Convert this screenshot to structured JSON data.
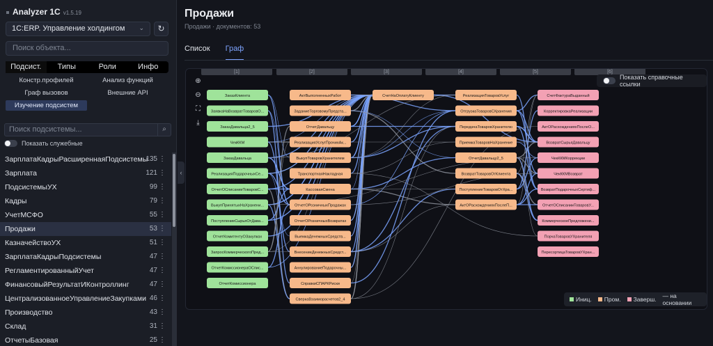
{
  "app": {
    "name": "Analyzer 1C",
    "version": "v1.5.19"
  },
  "database": {
    "selected": "1С:ERP. Управление холдингом"
  },
  "object_search": {
    "placeholder": "Поиск объекта..."
  },
  "modes": [
    "Подсист.",
    "Типы",
    "Роли",
    "Инфо"
  ],
  "tools": [
    "Констр.профилей",
    "Анализ функций",
    "Граф вызовов",
    "Внешние API",
    "Изучение подсистем"
  ],
  "subsystem_search": {
    "placeholder": "Поиск подсистемы..."
  },
  "show_service_label": "Показать служебные",
  "subsystems": [
    {
      "name": "ЗарплатаКадрыРасширеннаяПодсистемы",
      "count": "135"
    },
    {
      "name": "Зарплата",
      "count": "121"
    },
    {
      "name": "ПодсистемыУХ",
      "count": "99"
    },
    {
      "name": "Кадры",
      "count": "79"
    },
    {
      "name": "УчетМСФО",
      "count": "55"
    },
    {
      "name": "Продажи",
      "count": "53"
    },
    {
      "name": "КазначействоУХ",
      "count": "51"
    },
    {
      "name": "ЗарплатаКадрыПодсистемы",
      "count": "47"
    },
    {
      "name": "РегламентированныйУчет",
      "count": "47"
    },
    {
      "name": "ФинансовыйРезультатИКонтроллинг",
      "count": "47"
    },
    {
      "name": "ЦентрализованноеУправлениеЗакупками",
      "count": "46"
    },
    {
      "name": "Производство",
      "count": "43"
    },
    {
      "name": "Склад",
      "count": "31"
    },
    {
      "name": "ОтчетыБазовая",
      "count": "25"
    }
  ],
  "page": {
    "title": "Продажи",
    "subtitle": "Продажи · документов: 53"
  },
  "tabs": [
    "Список",
    "Граф"
  ],
  "graph": {
    "show_refs_label": "Показать справочные ссылки",
    "legend": {
      "init": "Иниц.",
      "mid": "Пром.",
      "final": "Заверш.",
      "basis": "— на основании"
    },
    "colors": {
      "init": "#9fe39a",
      "mid": "#f7b98a",
      "final": "#f3a1b4",
      "edge": "#7ba5ff",
      "edge_gray": "#8c919b"
    },
    "columns": [
      [
        "ЗаказКлиента",
        "ЗаявкаНаВозвратТоваровО...",
        "ЗаказДавальца2_5",
        "ЧекККМ",
        "ЗаказДавальца",
        "РеализацияПодарочныхСе...",
        "ОтчетОСписанииТоваровС...",
        "ВыкупПринятыхНаХранени...",
        "ПоступлениеСырьяОтДава...",
        "ОтчетКомитентуОЗакупках",
        "ЗапросКоммерческогоПред...",
        "ОтчетКомиссионераОСпис...",
        "ОтчетКомиссионера"
      ],
      [
        "АктВыполненныхРабот",
        "ЗаданиеТорговомуПредста...",
        "ОтчетДавальцу",
        "РеализацияУслугПрочихАк...",
        "ВыкупТоваровХранителем",
        "ТранспортнаяНакладная",
        "КассоваяСмена",
        "ОтчетОРозничныхПродажах",
        "ОтчетОРозничныхВозвратах",
        "ВыемкаДенежныхСредств...",
        "ВнесениеДенежныхСредст...",
        "АннулированиеПодарочны...",
        "СправкиСПАРКРиски",
        "СверкаВзаиморасчетов2_4"
      ],
      [
        "СчетНаОплатуКлиенту"
      ],
      [
        "РеализацияТоваровУслуг",
        "ОтгрузкаТоваровСХранения",
        "ПередачаТоваровХранителю",
        "ПриемкаТоваровНаХранение",
        "ОтчетДавальцу2_5",
        "ВозвратТоваровОтКлиента",
        "ПоступлениеТоваровОтХра...",
        "АктОРасхожденияхПослеП..."
      ],
      [
        "СчетФактураВыданный",
        "КорректировкаРеализации",
        "АктОРасхожденияхПослеО...",
        "ВозвратСырьяДавальцу",
        "ЧекККМКоррекции",
        "ЧекККМВозврат",
        "ВозвратПодарочныхСертиф...",
        "ОтчетОСписанииТоваровУ...",
        "КоммерческоеПредложени...",
        "ПорчаТоваровУХранителя",
        "ПересортицаТоваровУХран..."
      ]
    ],
    "column_headers": [
      "[1]",
      "[2]",
      "[3]",
      "[4]",
      "[5]",
      "[6]"
    ]
  }
}
